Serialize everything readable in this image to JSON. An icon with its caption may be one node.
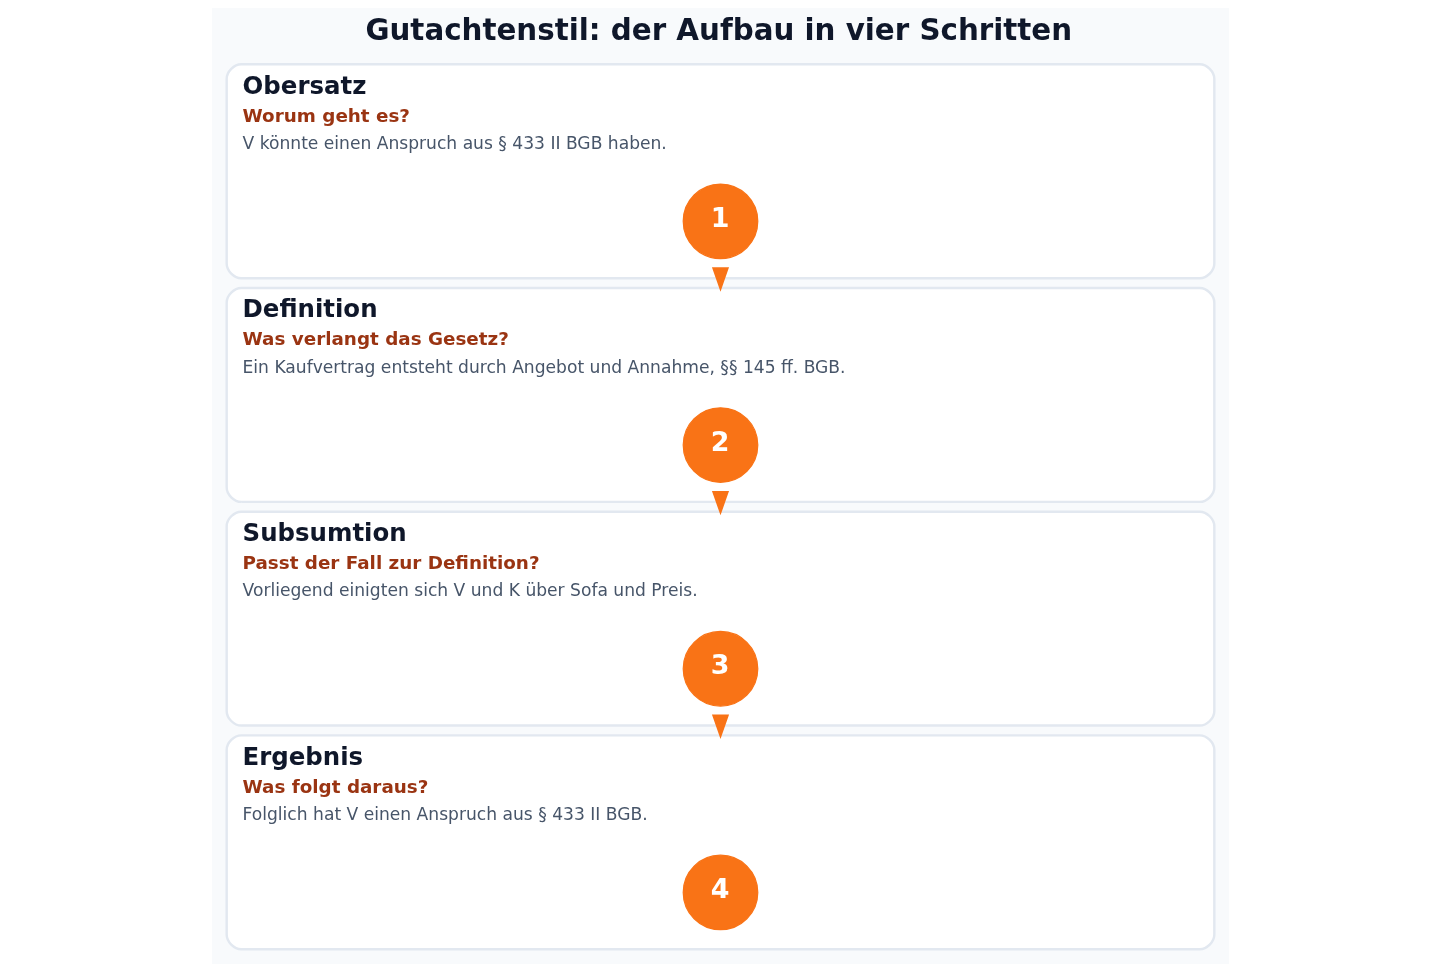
{
  "diagram": {
    "title": "Gutachtenstil: der Aufbau in vier Schritten",
    "nodes": [
      {
        "text": [
          "Obersatz",
          "Worum geht es?",
          "V könnte einen Anspruch aus § 433 II BGB haben."
        ]
      },
      {
        "text": [
          "1"
        ],
        "in": 0
      },
      {
        "text": [
          "Definition",
          "Was verlangt das Gesetz?",
          "Ein Kaufvertrag entsteht durch Angebot und Annahme, §§ 145 ff. BGB."
        ]
      },
      {
        "text": [
          "2"
        ],
        "in": 2
      },
      {
        "text": [
          "Subsumtion",
          "Passt der Fall zur Definition?",
          "Vorliegend einigten sich V und K über Sofa und Preis."
        ]
      },
      {
        "text": [
          "3"
        ],
        "in": 4
      },
      {
        "text": [
          "Ergebnis",
          "Was folgt daraus?",
          "Folglich hat V einen Anspruch aus § 433 II BGB."
        ]
      },
      {
        "text": [
          "4"
        ],
        "in": 6
      }
    ],
    "edges": [
      {
        "from": 0,
        "to": 2,
        "arrow": "to"
      },
      {
        "from": 2,
        "to": 4,
        "arrow": "to"
      },
      {
        "from": 4,
        "to": 6,
        "arrow": "to"
      }
    ]
  }
}
